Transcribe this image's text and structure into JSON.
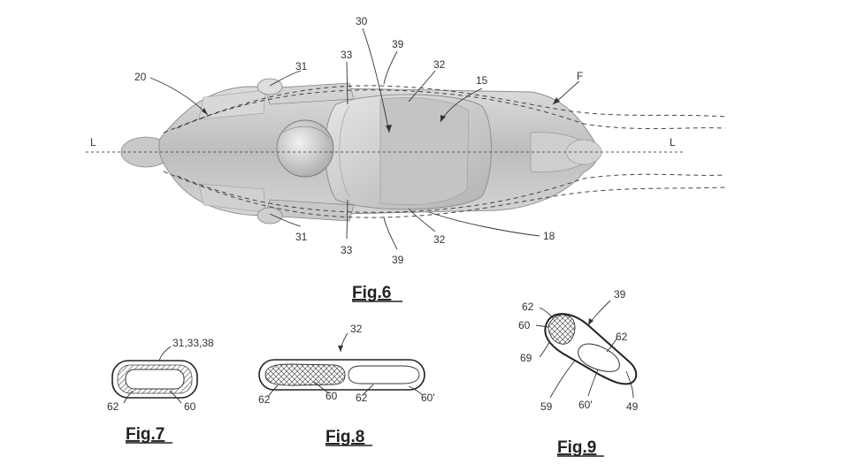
{
  "figures": {
    "fig6": {
      "title": "Fig.6",
      "labels": {
        "l20": "20",
        "l30": "30",
        "l39_top": "39",
        "l31_top": "31",
        "l33_top": "33",
        "l32_top": "32",
        "l15": "15",
        "lF": "F",
        "lL_left": "L",
        "lL_right": "L",
        "l31_bot": "31",
        "l33_bot": "33",
        "l39_bot": "39",
        "l32_bot": "32",
        "l18": "18"
      }
    },
    "fig7": {
      "title": "Fig.7",
      "labels": {
        "l31_33_38": "31,33,38",
        "l62": "62",
        "l60": "60"
      }
    },
    "fig8": {
      "title": "Fig.8",
      "labels": {
        "l32": "32",
        "l62_a": "62",
        "l60": "60",
        "l62_b": "62",
        "l60p": "60'"
      }
    },
    "fig9": {
      "title": "Fig.9",
      "labels": {
        "l39": "39",
        "l62_a": "62",
        "l60": "60",
        "l69": "69",
        "l62_b": "62",
        "l59": "59",
        "l60p": "60'",
        "l49": "49"
      }
    }
  }
}
